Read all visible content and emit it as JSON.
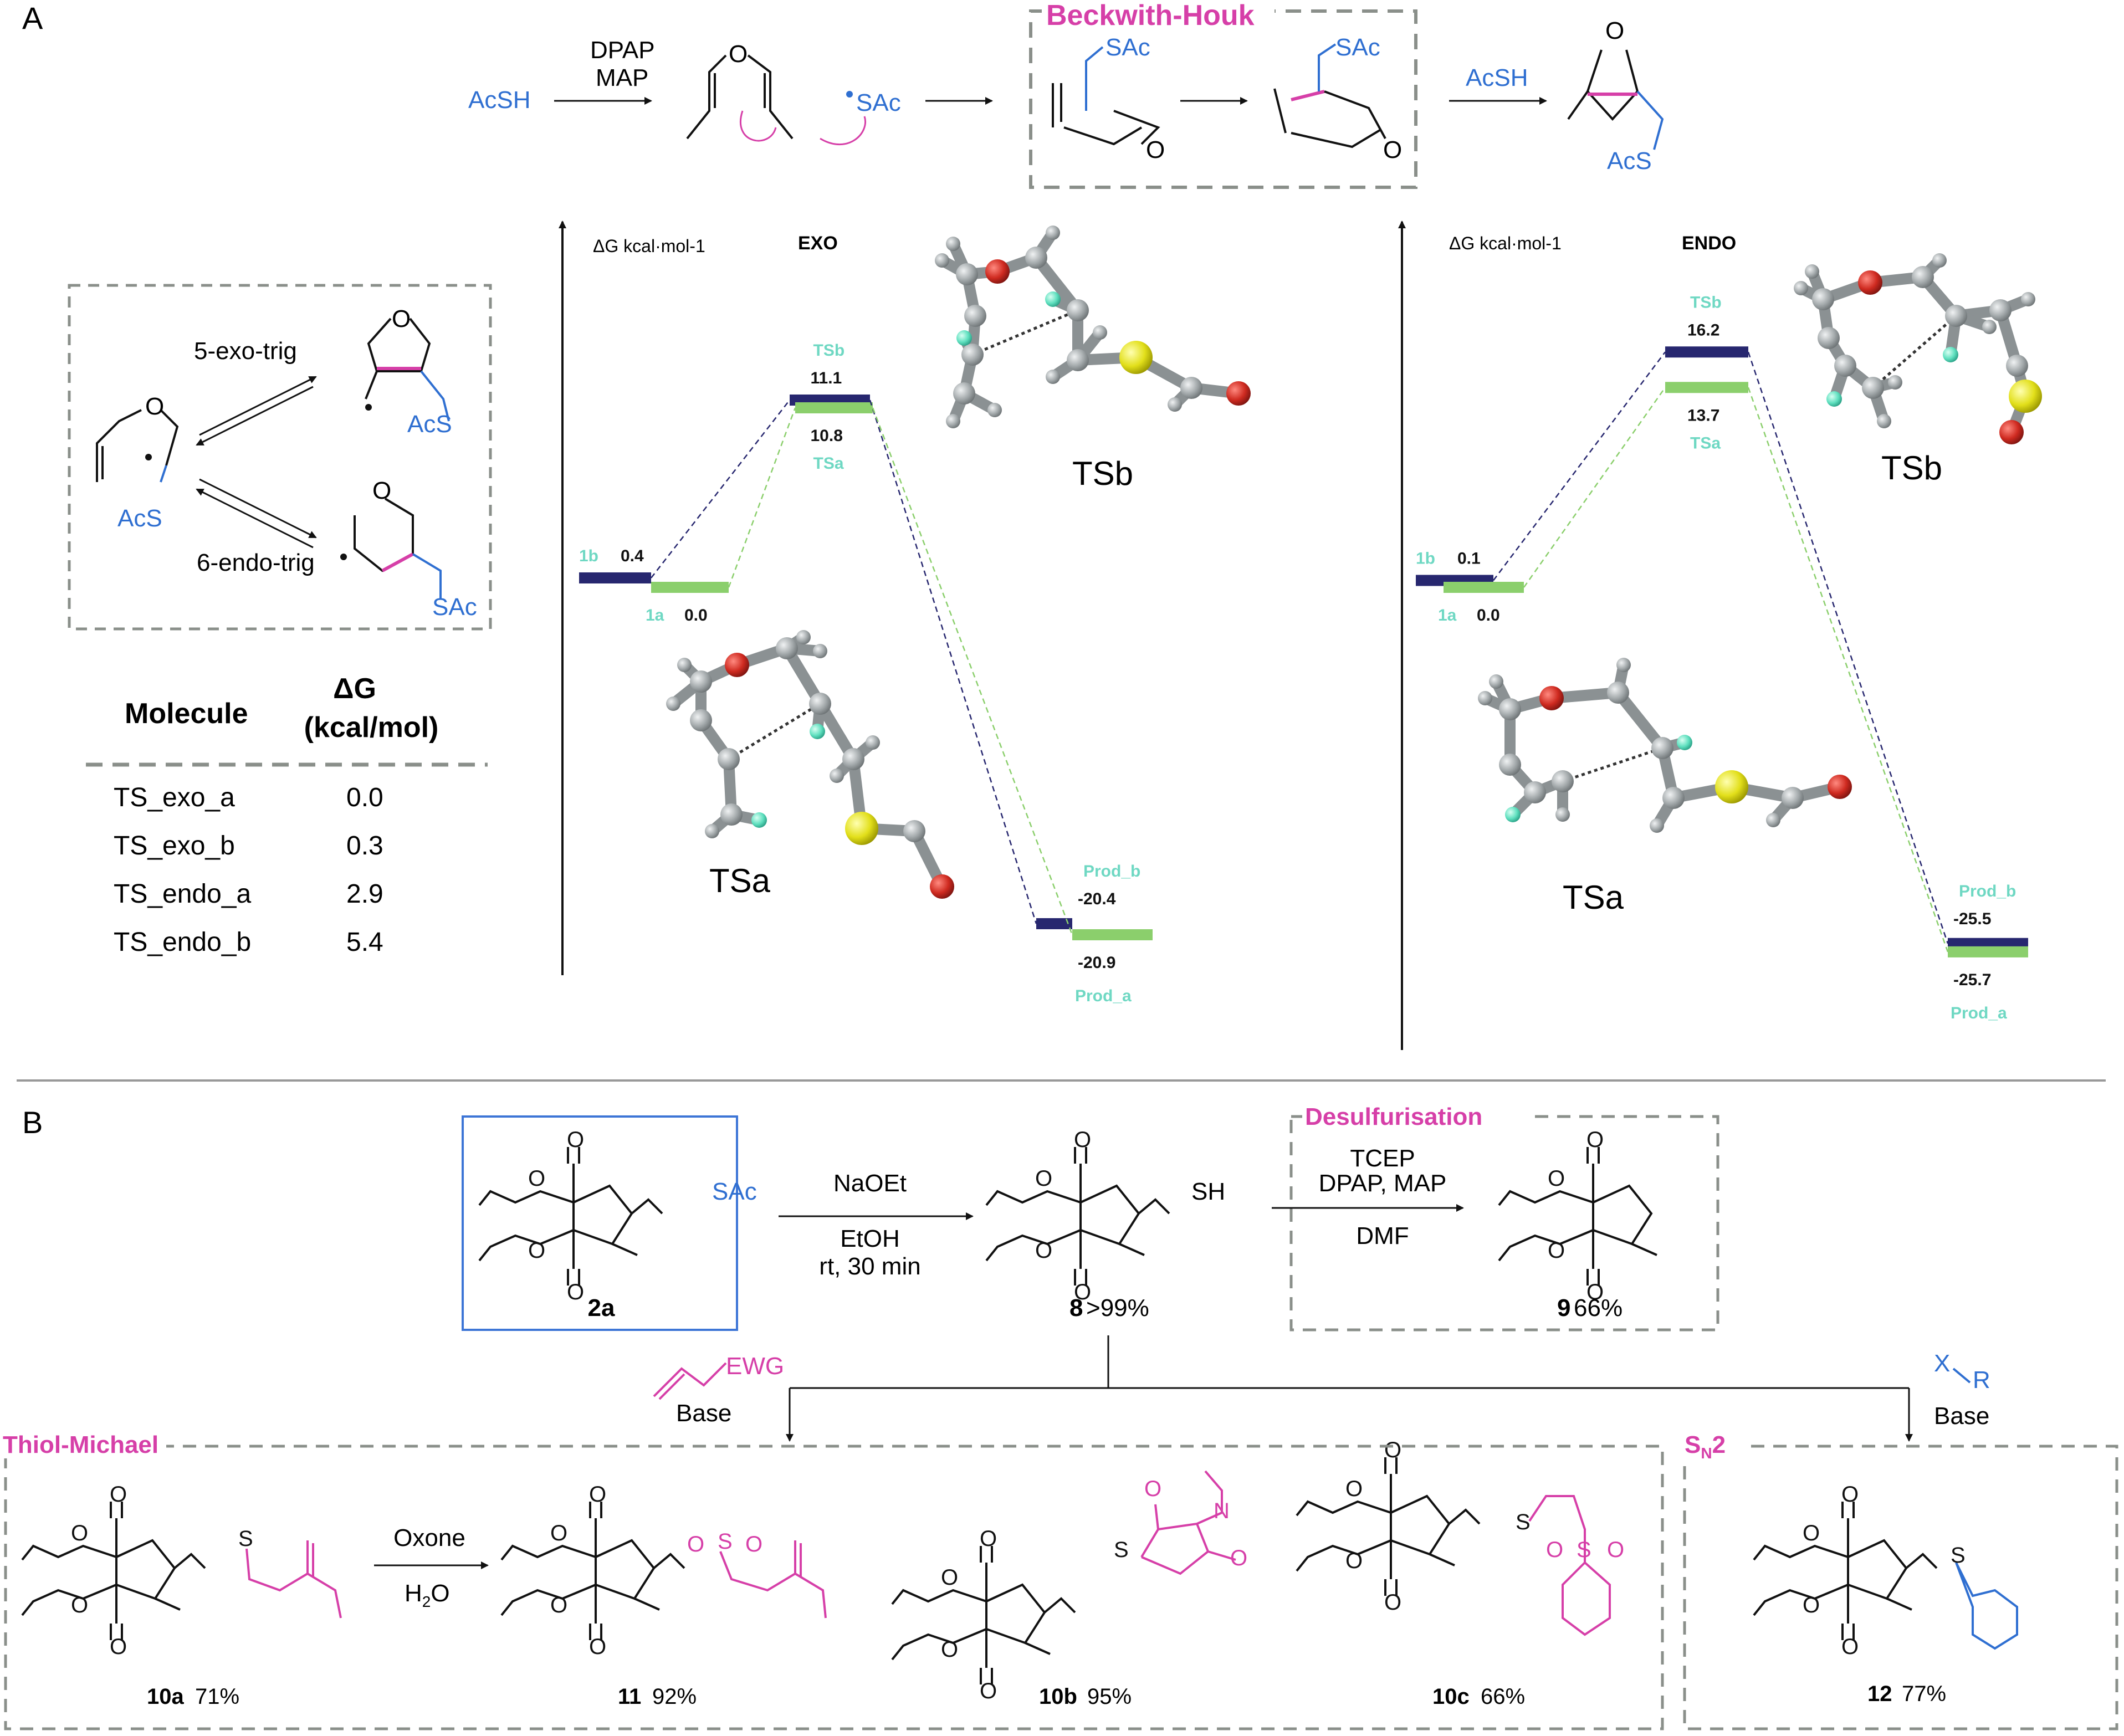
{
  "panelA": {
    "letter": "A",
    "top_scheme": {
      "reagent_acsh": "AcSH",
      "conditions_1": "DPAP",
      "conditions_2": "MAP",
      "radical_sac": "SAc",
      "box_title": "Beckwith-Houk",
      "ts1_sac": "SAc",
      "ts2_sac": "SAc",
      "reagent_2": "AcSH",
      "product_acs": "AcS",
      "o_atom": "O"
    },
    "manifold": {
      "exo_label": "5-exo-trig",
      "endo_label": "6-endo-trig",
      "start_acs": "AcS",
      "exo_product_acs": "AcS",
      "endo_product_sac": "SAc"
    },
    "table": {
      "headers": [
        "Molecule",
        "ΔG",
        "(kcal/mol)"
      ],
      "rows": [
        {
          "molecule": "TS_exo_a",
          "dg": "0.0"
        },
        {
          "molecule": "TS_exo_b",
          "dg": "0.3"
        },
        {
          "molecule": "TS_endo_a",
          "dg": "2.9"
        },
        {
          "molecule": "TS_endo_b",
          "dg": "5.4"
        }
      ]
    },
    "exo": {
      "axis_label": "ΔG kcal·mol-1",
      "title": "EXO",
      "levels": {
        "r_b": "0.4",
        "r_a": "0.0",
        "ts_b": "11.1",
        "ts_a": "10.8",
        "p_b": "-20.4",
        "p_a": "-20.9"
      },
      "species": {
        "r_b": "1b",
        "r_a": "1a",
        "ts_b": "TSb",
        "ts_a": "TSa",
        "p_b": "Prod_b",
        "p_a": "Prod_a"
      },
      "model_labels": {
        "tsb": "TSb",
        "tsa": "TSa"
      }
    },
    "endo": {
      "axis_label": "ΔG kcal·mol-1",
      "title": "ENDO",
      "levels": {
        "r_b": "0.1",
        "r_a": "0.0",
        "ts_b": "16.2",
        "ts_a": "13.7",
        "p_b": "-25.5",
        "p_a": "-25.7"
      },
      "species": {
        "r_b": "1b",
        "r_a": "1a",
        "ts_b": "TSb",
        "ts_a": "TSa",
        "p_b": "Prod_b",
        "p_a": "Prod_a"
      },
      "model_labels": {
        "tsb": "TSb",
        "tsa": "TSa"
      }
    }
  },
  "panelB": {
    "letter": "B",
    "sm_label": "2a",
    "sm_sac": "SAc",
    "step1_top": "NaOEt",
    "step1_bottom1": "EtOH",
    "step1_bottom2": "rt, 30 min",
    "thiol_sh": "SH",
    "thiol_num": "8",
    "thiol_yield": ">99%",
    "desulf_title": "Desulfurisation",
    "desulf_cond1": "TCEP",
    "desulf_cond2": "DPAP, MAP",
    "desulf_cond3": "DMF",
    "desulf_num": "9",
    "desulf_yield": "66%",
    "michael_reagent": "EWG",
    "michael_base": "Base",
    "sn2_x": "X",
    "sn2_r": "R",
    "sn2_base": "Base",
    "michael_title": "Thiol-Michael",
    "sn2_title_main": "S",
    "sn2_title_sub": "N",
    "sn2_title_2": "2",
    "oxone": "Oxone",
    "h2o_h": "H",
    "h2o_2": "2",
    "h2o_o": "O",
    "products": [
      {
        "num": "10a",
        "yield": "71%"
      },
      {
        "num": "11",
        "yield": "92%"
      },
      {
        "num": "10b",
        "yield": "95%"
      },
      {
        "num": "10c",
        "yield": "66%"
      },
      {
        "num": "12",
        "yield": "77%"
      }
    ],
    "atom_s": "S",
    "atom_o": "O",
    "atom_n": "N"
  },
  "colors": {
    "magenta": "#d63fa8",
    "blue": "#2f6fd1",
    "teal": "#6fd8c3",
    "navy": "#27276f",
    "green": "#8bcf6c",
    "gray_dash": "#8a8f8a",
    "ball_gray": "#9aa0a2",
    "ball_red": "#c2211d",
    "ball_yellow": "#e4e21d",
    "ball_cyan": "#5fe0bf"
  }
}
